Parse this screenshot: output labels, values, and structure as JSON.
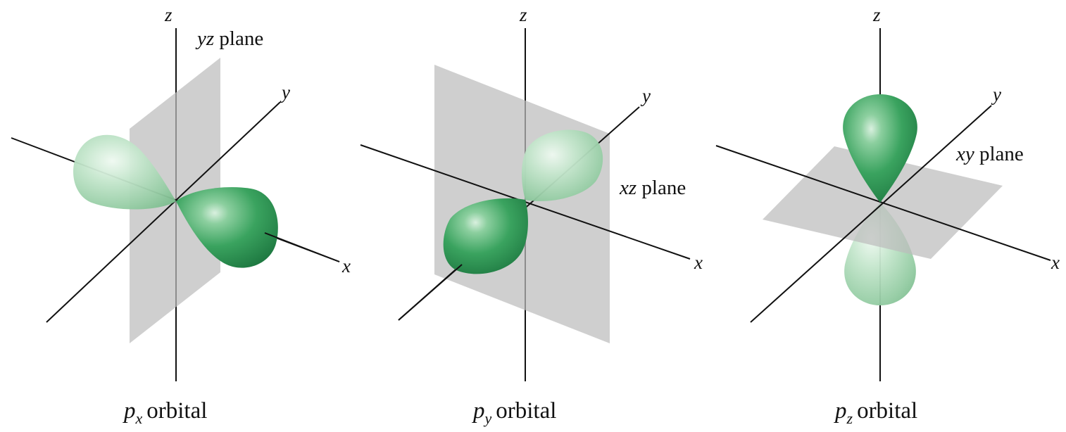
{
  "axis_labels": {
    "x": "x",
    "y": "y",
    "z": "z"
  },
  "panels": [
    {
      "plane_label": {
        "vars": "yz",
        "word": "plane"
      },
      "caption": {
        "p": "p",
        "sub": "x",
        "word": "orbital"
      }
    },
    {
      "plane_label": {
        "vars": "xz",
        "word": "plane"
      },
      "caption": {
        "p": "p",
        "sub": "y",
        "word": "orbital"
      }
    },
    {
      "plane_label": {
        "vars": "xy",
        "word": "plane"
      },
      "caption": {
        "p": "p",
        "sub": "z",
        "word": "orbital"
      }
    }
  ],
  "colors": {
    "lobe_dark": "#3aa35f",
    "lobe_light": "#a6d7b3",
    "plane": "#bcbcbc",
    "axis": "#111111"
  }
}
